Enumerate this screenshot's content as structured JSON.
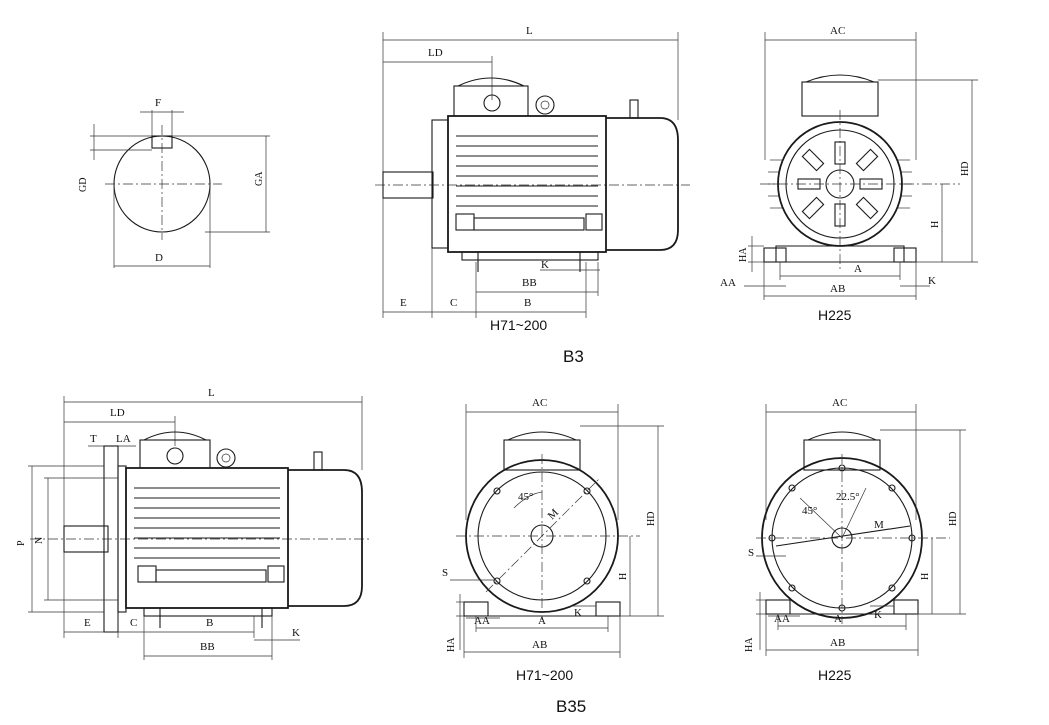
{
  "shaft_view": {
    "F": "F",
    "GD": "GD",
    "GA": "GA",
    "D": "D"
  },
  "b3_side": {
    "L": "L",
    "LD": "LD",
    "E": "E",
    "C": "C",
    "B": "B",
    "BB": "BB",
    "K": "K",
    "caption": "H71~200"
  },
  "b3_front": {
    "AC": "AC",
    "HD": "HD",
    "H": "H",
    "HA": "HA",
    "AA": "AA",
    "A": "A",
    "AB": "AB",
    "K": "K",
    "caption": "H225"
  },
  "b3_label": "B3",
  "b35_side": {
    "L": "L",
    "LD": "LD",
    "T": "T",
    "LA": "LA",
    "P": "P",
    "N": "N",
    "E": "E",
    "C": "C",
    "B": "B",
    "BB": "BB",
    "K": "K"
  },
  "b35_front_small": {
    "AC": "AC",
    "HD": "HD",
    "H": "H",
    "S": "S",
    "HA": "HA",
    "AA": "AA",
    "A": "A",
    "AB": "AB",
    "K": "K",
    "angle": "45°",
    "M": "M",
    "caption": "H71~200"
  },
  "b35_front_large": {
    "AC": "AC",
    "HD": "HD",
    "H": "H",
    "S": "S",
    "HA": "HA",
    "AA": "AA",
    "A": "A",
    "AB": "AB",
    "K": "K",
    "angle1": "45°",
    "angle2": "22.5°",
    "M": "M",
    "caption": "H225"
  },
  "b35_label": "B35"
}
